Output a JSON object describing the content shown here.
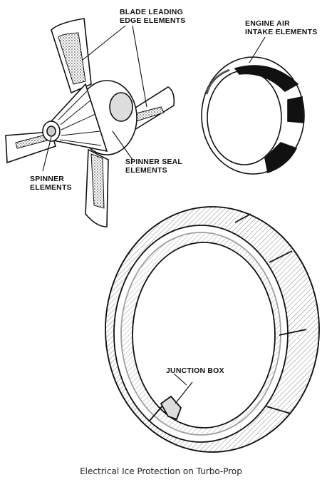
{
  "labels": {
    "blade_leading_edge": "BLADE LEADING\nEDGE ELEMENTS",
    "engine_air_intake": "ENGINE AIR\nINTAKE ELEMENTS",
    "spinner_seal": "SPINNER SEAL\nELEMENTS",
    "spinner": "SPINNER\nELEMENTS",
    "junction_box": "JUNCTION BOX"
  },
  "caption": "Electrical Ice Protection on Turbo-Prop"
}
